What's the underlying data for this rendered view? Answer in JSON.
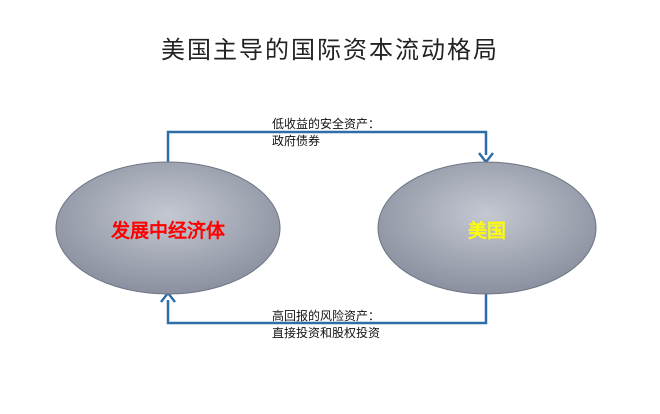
{
  "title": "美国主导的国际资本流动格局",
  "nodes": {
    "left": "发展中经济体",
    "right": "美国"
  },
  "flows": {
    "top": {
      "line1": "低收益的安全资产：",
      "line2": "政府债券"
    },
    "bottom": {
      "line1": "高回报的风险资产：",
      "line2": "直接投资和股权投资"
    }
  },
  "colors": {
    "ellipse_fill_light": "#c4c8d2",
    "ellipse_fill_dark": "#8a909f",
    "arrow_color": "#2e6ea8",
    "left_label_color": "#ff0000",
    "right_label_color": "#ffff00"
  }
}
